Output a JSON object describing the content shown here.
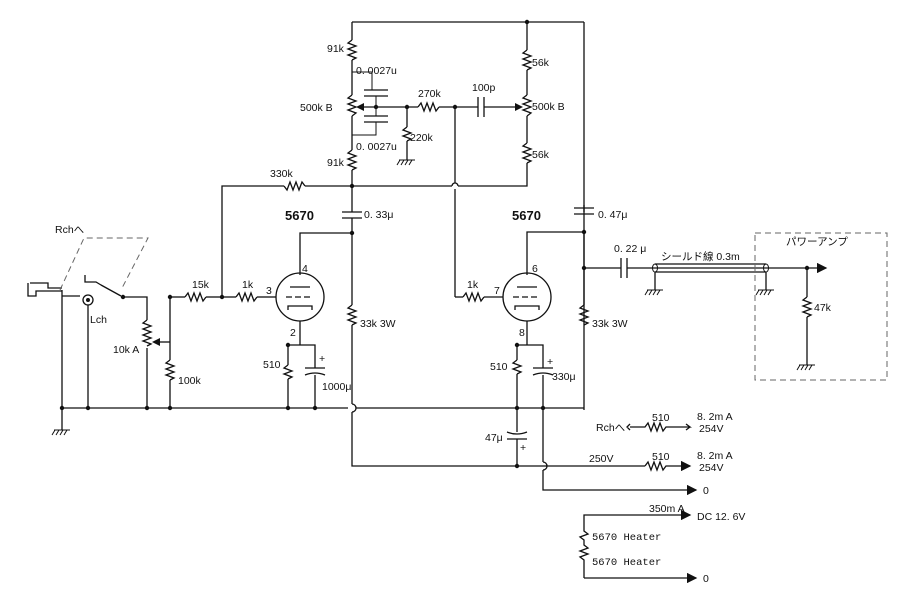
{
  "resistors": {
    "r91k_top": "91k",
    "r91k_bot": "91k",
    "r56k_top": "56k",
    "r56k_bot": "56k",
    "r270k": "270k",
    "r220k": "220k",
    "r330k": "330k",
    "r15k": "15k",
    "r1k_left": "1k",
    "r1k_right": "1k",
    "r100k": "100k",
    "r510_left": "510",
    "r510_right": "510",
    "r33k_left": "33k 3W",
    "r33k_right": "33k 3W",
    "r47k": "47k",
    "r510_rch": "510",
    "r510_main": "510"
  },
  "capacitors": {
    "c0027_top": "0. 0027u",
    "c0027_bot": "0. 0027u",
    "c100p": "100p",
    "c033": "0. 33μ",
    "c047": "0. 47μ",
    "c022": "0. 22 μ",
    "c1000": "1000μ",
    "c330": "330μ",
    "c47": "47μ"
  },
  "pots": {
    "tone_left": "500k B",
    "tone_right": "500k B",
    "volume": "10k A"
  },
  "tubes": {
    "left": "5670",
    "right": "5670"
  },
  "pins": {
    "p4": "4",
    "p3": "3",
    "p2": "2",
    "p6": "6",
    "p7": "7",
    "p8": "8"
  },
  "labels": {
    "rch_input": "Rchへ",
    "lch": "Lch",
    "shield": "シールド線 0.3m",
    "power_amp": "パワーアンプ",
    "rch_out": "Rchへ",
    "b250": "250V",
    "current1": "8. 2m A",
    "volt1": "254V",
    "current2": "8. 2m A",
    "volt2": "254V",
    "zero1": "0",
    "zero2": "0",
    "heater_current": "350m A",
    "heater_dc": "DC 12. 6V",
    "heater1": "5670 Heater",
    "heater2": "5670 Heater"
  },
  "polarity": {
    "plus": "+"
  }
}
